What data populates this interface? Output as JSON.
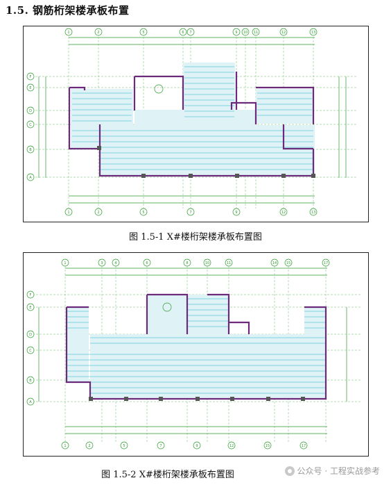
{
  "section": {
    "heading": "1.5. 钢筋桁架楼承板布置"
  },
  "figures": [
    {
      "caption": "图 1.5-1 X#楼桁架楼承板布置图",
      "axis_top": [
        "1",
        "2",
        "5",
        "6",
        "7",
        "9",
        "10",
        "11",
        "12",
        "13"
      ],
      "axis_bottom": [
        "1",
        "2",
        "5",
        "7",
        "9",
        "12",
        "13"
      ],
      "axis_left": [
        "F",
        "E",
        "D",
        "C",
        "B",
        "A"
      ]
    },
    {
      "caption": "图 1.5-2 X#楼桁架楼承板布置图",
      "axis_top": [
        "1",
        "3",
        "4",
        "6",
        "8",
        "10",
        "11",
        "14",
        "15",
        "17"
      ],
      "axis_bottom": [
        "1",
        "2",
        "5",
        "7",
        "9",
        "12",
        "15",
        "17"
      ],
      "axis_left": [
        "F",
        "E",
        "D",
        "C",
        "B",
        "A"
      ]
    }
  ],
  "watermark": {
    "text": "公众号 · 工程实战参考"
  }
}
